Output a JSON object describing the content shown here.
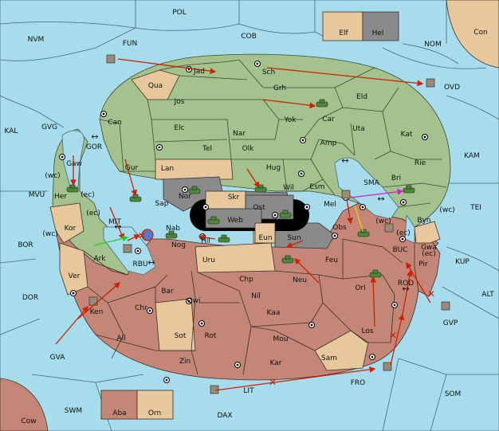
{
  "map": {
    "outer_land": [
      {
        "id": "POL",
        "label": "POL"
      },
      {
        "id": "NVM",
        "label": "NVM"
      },
      {
        "id": "FUN",
        "label": "FUN"
      },
      {
        "id": "COB",
        "label": "COB"
      },
      {
        "id": "NOM",
        "label": "NOM"
      },
      {
        "id": "Con",
        "label": "Con"
      },
      {
        "id": "Elf",
        "label": "Elf"
      },
      {
        "id": "Hel",
        "label": "Hel"
      },
      {
        "id": "KAL",
        "label": "KAL"
      },
      {
        "id": "GVG",
        "label": "GVG"
      },
      {
        "id": "OVD",
        "label": "OVD"
      },
      {
        "id": "KAM",
        "label": "KAM"
      },
      {
        "id": "TEI",
        "label": "TEI"
      },
      {
        "id": "MVU",
        "label": "MVU"
      },
      {
        "id": "BOR",
        "label": "BOR"
      },
      {
        "id": "DOR",
        "label": "DOR"
      },
      {
        "id": "ALT",
        "label": "ALT"
      },
      {
        "id": "KUP",
        "label": "KUP"
      },
      {
        "id": "GVA",
        "label": "GVA"
      },
      {
        "id": "GVP",
        "label": "GVP"
      },
      {
        "id": "SOM",
        "label": "SOM"
      },
      {
        "id": "SWM",
        "label": "SWM"
      },
      {
        "id": "DAX",
        "label": "DAX"
      },
      {
        "id": "Cow",
        "label": "Cow"
      },
      {
        "id": "Aba",
        "label": "Aba"
      },
      {
        "id": "Orn",
        "label": "Orn"
      },
      {
        "id": "LIT",
        "label": "LIT"
      },
      {
        "id": "FRO",
        "label": "FRO"
      },
      {
        "id": "BUC",
        "label": "BUC"
      },
      {
        "id": "ROD",
        "label": "ROD"
      }
    ],
    "provinces": [
      {
        "id": "Jad",
        "label": "Jad"
      },
      {
        "id": "Sch",
        "label": "Sch"
      },
      {
        "id": "Qua",
        "label": "Qua"
      },
      {
        "id": "Jos",
        "label": "Jos"
      },
      {
        "id": "Grh",
        "label": "Grh"
      },
      {
        "id": "Eld",
        "label": "Eld"
      },
      {
        "id": "Can",
        "label": "Can"
      },
      {
        "id": "Car",
        "label": "Car"
      },
      {
        "id": "Yok",
        "label": "Yok"
      },
      {
        "id": "Elc",
        "label": "Elc"
      },
      {
        "id": "Nar",
        "label": "Nar"
      },
      {
        "id": "Uta",
        "label": "Uta"
      },
      {
        "id": "Kat",
        "label": "Kat"
      },
      {
        "id": "Amp",
        "label": "Amp"
      },
      {
        "id": "Tel",
        "label": "Tel"
      },
      {
        "id": "Olk",
        "label": "Olk"
      },
      {
        "id": "Gur",
        "label": "Gur"
      },
      {
        "id": "Lan",
        "label": "Lan"
      },
      {
        "id": "Hug",
        "label": "Hug"
      },
      {
        "id": "Rie",
        "label": "Rie"
      },
      {
        "id": "Gaw",
        "label": "Gaw"
      },
      {
        "id": "Her",
        "label": "Her"
      },
      {
        "id": "Nor",
        "label": "Nor"
      },
      {
        "id": "Wil",
        "label": "Wil"
      },
      {
        "id": "Esm",
        "label": "Esm"
      },
      {
        "id": "Bri",
        "label": "Bri"
      },
      {
        "id": "SMA",
        "label": "SMA"
      },
      {
        "id": "Skr",
        "label": "Skr"
      },
      {
        "id": "Ost",
        "label": "Ost"
      },
      {
        "id": "Web",
        "label": "Web"
      },
      {
        "id": "Sap",
        "label": "Sap"
      },
      {
        "id": "Mel",
        "label": "Mel"
      },
      {
        "id": "Byn",
        "label": "Byn"
      },
      {
        "id": "Kor",
        "label": "Kor"
      },
      {
        "id": "Nab",
        "label": "Nab"
      },
      {
        "id": "Hil",
        "label": "Hil"
      },
      {
        "id": "Eun",
        "label": "Eun"
      },
      {
        "id": "Sun",
        "label": "Sun"
      },
      {
        "id": "Obs",
        "label": "Obs"
      },
      {
        "id": "Gwa",
        "label": "Gwa"
      },
      {
        "id": "Ark",
        "label": "Ark"
      },
      {
        "id": "Nog",
        "label": "Nog"
      },
      {
        "id": "Uru",
        "label": "Uru"
      },
      {
        "id": "Feu",
        "label": "Feu"
      },
      {
        "id": "Pir",
        "label": "Pir"
      },
      {
        "id": "Ver",
        "label": "Ver"
      },
      {
        "id": "Chp",
        "label": "Chp"
      },
      {
        "id": "Neu",
        "label": "Neu"
      },
      {
        "id": "Orl",
        "label": "Orl"
      },
      {
        "id": "Bar",
        "label": "Bar"
      },
      {
        "id": "Qwi",
        "label": "Qwi"
      },
      {
        "id": "Nil",
        "label": "Nil"
      },
      {
        "id": "Ken",
        "label": "Ken"
      },
      {
        "id": "Chr",
        "label": "Chr"
      },
      {
        "id": "Kaa",
        "label": "Kaa"
      },
      {
        "id": "Sot",
        "label": "Sot"
      },
      {
        "id": "Rot",
        "label": "Rot"
      },
      {
        "id": "Ail",
        "label": "Ail"
      },
      {
        "id": "Los",
        "label": "Los"
      },
      {
        "id": "Mou",
        "label": "Mou"
      },
      {
        "id": "Zin",
        "label": "Zin"
      },
      {
        "id": "Kar",
        "label": "Kar"
      },
      {
        "id": "Sam",
        "label": "Sam"
      },
      {
        "id": "GOR",
        "label": "GOR"
      },
      {
        "id": "MIT",
        "label": "MIT"
      },
      {
        "id": "RBU",
        "label": "RBU"
      }
    ],
    "coast_labels": [
      "(wc)",
      "(ec)",
      "(ec)",
      "(wc)",
      "(wc)",
      "(ec)",
      "(wc)",
      "(ec)"
    ],
    "colors": {
      "sea": "#a6dcec",
      "green": "#a3c28e",
      "red": "#c48676",
      "tan": "#e7c89c",
      "gray": "#8a8a8a",
      "order_arrow": "#cc2200",
      "support_arrow": "#cc22cc",
      "convoy_arrow": "#22cc22"
    }
  }
}
